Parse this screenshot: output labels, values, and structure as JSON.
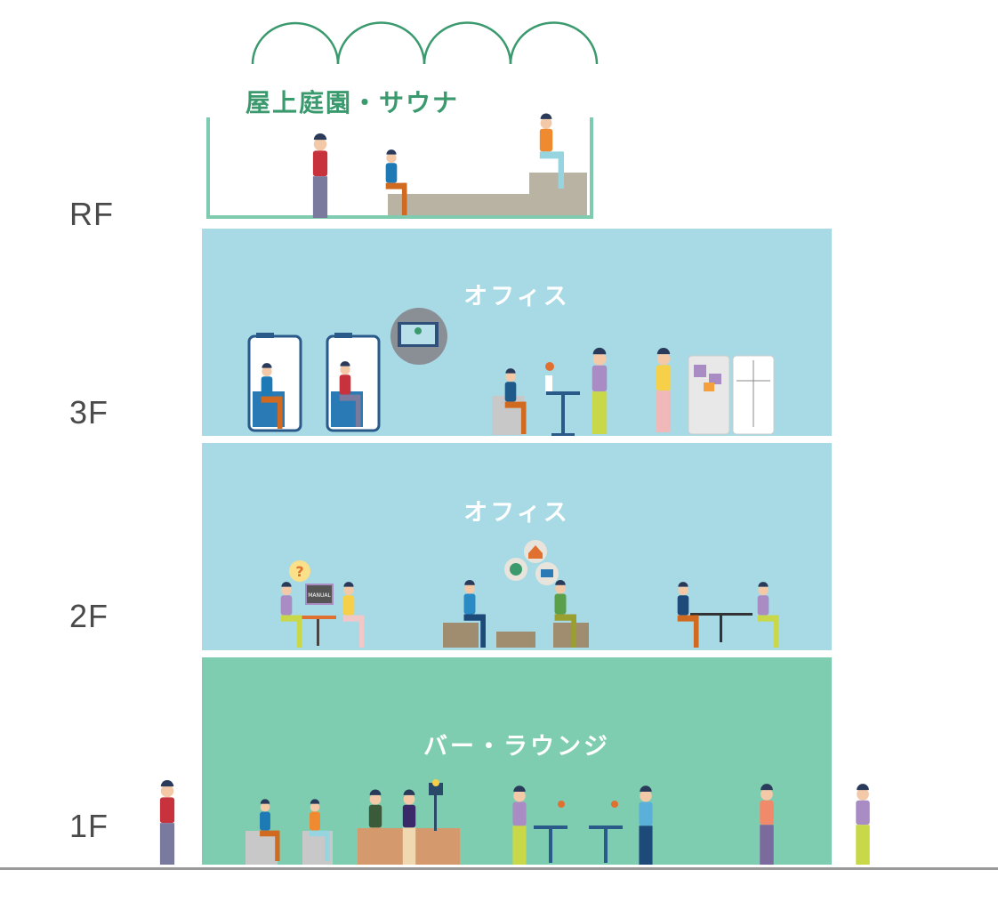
{
  "floors": {
    "rf": {
      "label": "RF",
      "title": "屋上庭園・サウナ"
    },
    "f3": {
      "label": "3F",
      "title": "オフィス"
    },
    "f2": {
      "label": "2F",
      "title": "オフィス",
      "monitor_text": "MANUAL"
    },
    "f1": {
      "label": "1F",
      "title": "バー・ラウンジ"
    }
  },
  "colors": {
    "rooftop_green": "#3a9a6e",
    "rooftop_border": "#7ecbb0",
    "office_blue": "#a8dae6",
    "lounge_green": "#7ecdb0",
    "label_gray": "#4a4a4a"
  }
}
